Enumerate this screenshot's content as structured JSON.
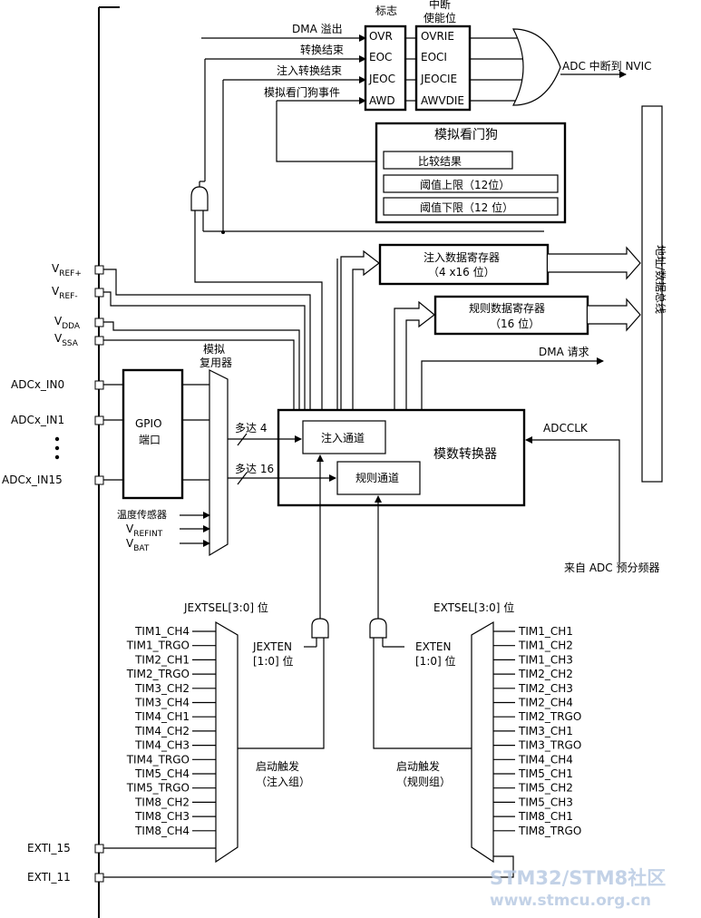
{
  "flags": {
    "header": "标志",
    "items": [
      "OVR",
      "EOC",
      "JEOC",
      "AWD"
    ]
  },
  "interrupt_enables": {
    "header_line1": "中断",
    "header_line2": "使能位",
    "items": [
      "OVRIE",
      "EOCI",
      "JEOCIE",
      "AWVDIE"
    ]
  },
  "events": [
    "DMA 溢出",
    "转换结束",
    "注入转换结束",
    "模拟看门狗事件"
  ],
  "nvic_output": "ADC 中断到 NVIC",
  "watchdog": {
    "title": "模拟看门狗",
    "compare": "比较结果",
    "high": "阈值上限（12位）",
    "low": "阈值下限（12 位）"
  },
  "injected_reg": {
    "line1": "注入数据寄存器",
    "line2": "（4 x16 位）"
  },
  "regular_reg": {
    "line1": "规则数据寄存器",
    "line2": "（16 位）"
  },
  "bus": "地址/数据总线",
  "dma_request": "DMA 请求",
  "adc": {
    "label": "模数转换器",
    "injected_channel": "注入通道",
    "regular_channel": "规则通道"
  },
  "adcclk": "ADCCLK",
  "prescaler": "来自 ADC 预分频器",
  "power_pins": [
    {
      "main": "V",
      "sub": "REF+"
    },
    {
      "main": "V",
      "sub": "REF-"
    },
    {
      "main": "V",
      "sub": "DDA"
    },
    {
      "main": "V",
      "sub": "SSA"
    }
  ],
  "inputs": [
    "ADCx_IN0",
    "ADCx_IN1",
    "ADCx_IN15"
  ],
  "gpio": {
    "line1": "GPIO",
    "line2": "端口"
  },
  "analog_mux": {
    "line1": "模拟",
    "line2": "复用器"
  },
  "up_to_4": "多达 4",
  "up_to_16": "多达 16",
  "internal_sources": {
    "temp": "温度传感器",
    "vrefint": {
      "main": "V",
      "sub": "REFINT"
    },
    "vbat": {
      "main": "V",
      "sub": "BAT"
    }
  },
  "jextsel": "JEXTSEL[3:0] 位",
  "extsel": "EXTSEL[3:0] 位",
  "jexten": {
    "line1": "JEXTEN",
    "line2": "[1:0] 位"
  },
  "exten": {
    "line1": "EXTEN",
    "line2": "[1:0] 位"
  },
  "injected_trigger": {
    "line1": "启动触发",
    "line2": "（注入组）"
  },
  "regular_trigger": {
    "line1": "启动触发",
    "line2": "（规则组）"
  },
  "injected_triggers": [
    "TIM1_CH4",
    "TIM1_TRGO",
    "TIM2_CH1",
    "TIM2_TRGO",
    "TIM3_CH2",
    "TIM3_CH4",
    "TIM4_CH1",
    "TIM4_CH2",
    "TIM4_CH3",
    "TIM4_TRGO",
    "TIM5_CH4",
    "TIM5_TRGO",
    "TIM8_CH2",
    "TIM8_CH3",
    "TIM8_CH4"
  ],
  "regular_triggers": [
    "TIM1_CH1",
    "TIM1_CH2",
    "TIM1_CH3",
    "TIM2_CH2",
    "TIM2_CH3",
    "TIM2_CH4",
    "TIM2_TRGO",
    "TIM3_CH1",
    "TIM3_TRGO",
    "TIM4_CH4",
    "TIM5_CH1",
    "TIM5_CH2",
    "TIM5_CH3",
    "TIM8_CH1",
    "TIM8_TRGO"
  ],
  "exti": [
    "EXTI_15",
    "EXTI_11"
  ],
  "watermark": {
    "line1": "STM32/STM8社区",
    "line2": "www.stmcu.org.cn"
  }
}
